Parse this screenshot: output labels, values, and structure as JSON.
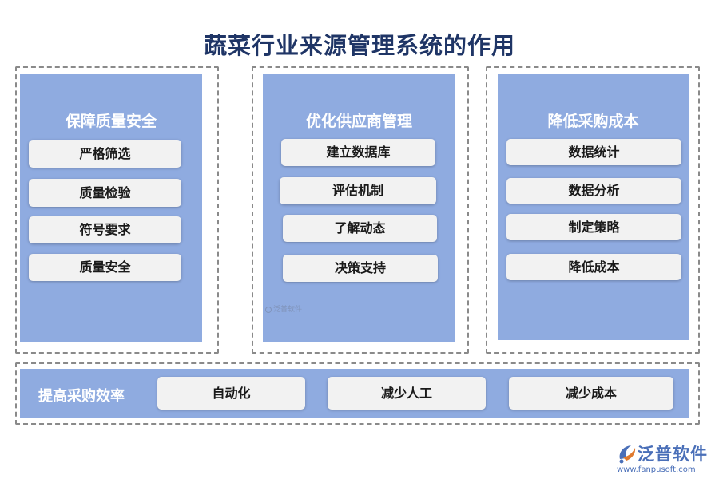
{
  "title": "蔬菜行业来源管理系统的作用",
  "colors": {
    "panel": "#8fabe0",
    "item_bg": "#f2f2f2",
    "title_text": "#1f3566",
    "dash_border": "#8a8a8a",
    "logo": "#4a6fb8"
  },
  "sections": [
    {
      "title": "保障质量安全",
      "items": [
        "严格筛选",
        "质量检验",
        "符号要求",
        "质量安全"
      ]
    },
    {
      "title": "优化供应商管理",
      "items": [
        "建立数据库",
        "评估机制",
        "了解动态",
        "决策支持"
      ]
    },
    {
      "title": "降低采购成本",
      "items": [
        "数据统计",
        "数据分析",
        "制定策略",
        "降低成本"
      ]
    }
  ],
  "bottom": {
    "title": "提高采购效率",
    "items": [
      "自动化",
      "减少人工",
      "减少成本"
    ]
  },
  "watermark": {
    "small_text": "泛普软件"
  },
  "logo": {
    "icon": "fanpu-logo-icon",
    "name": "泛普软件",
    "url": "www.fanpusoft.com"
  }
}
